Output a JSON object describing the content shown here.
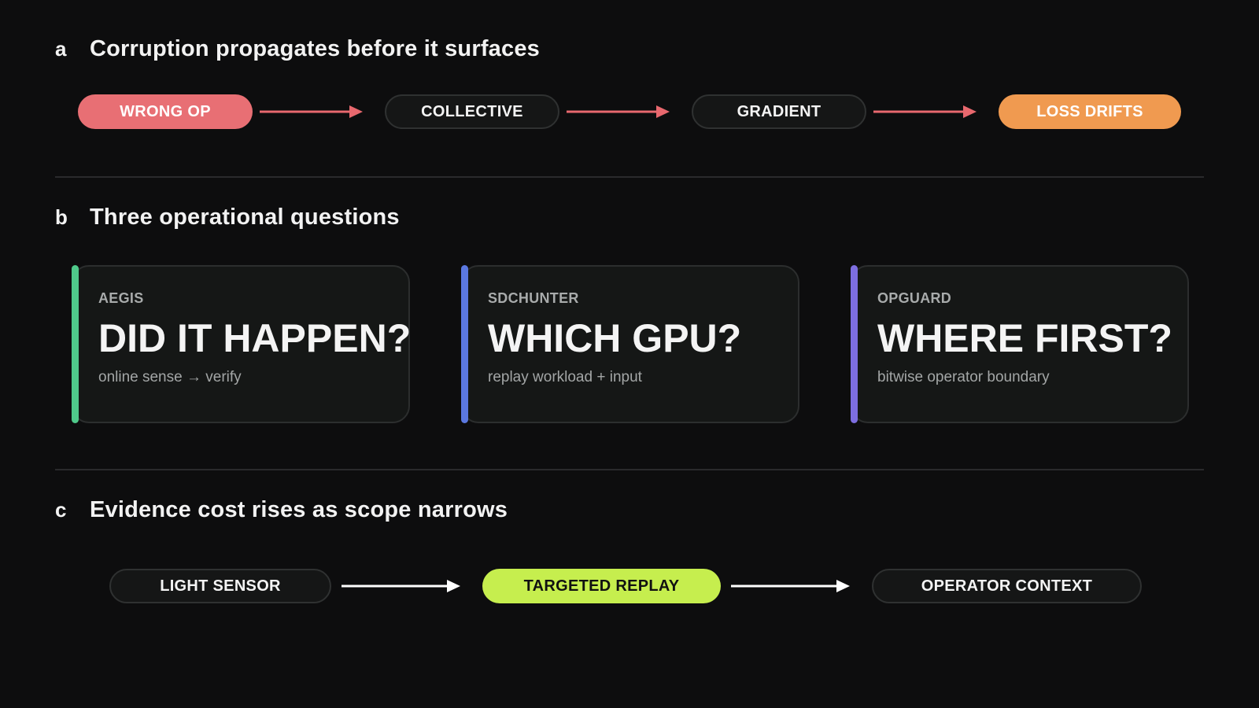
{
  "sections": {
    "a": {
      "letter": "a",
      "title": "Corruption propagates before it surfaces"
    },
    "b": {
      "letter": "b",
      "title": "Three operational questions"
    },
    "c": {
      "letter": "c",
      "title": "Evidence cost rises as scope narrows"
    }
  },
  "flow_a": {
    "nodes": [
      {
        "label": "WRONG OP"
      },
      {
        "label": "COLLECTIVE"
      },
      {
        "label": "GRADIENT"
      },
      {
        "label": "LOSS DRIFTS"
      }
    ],
    "colors": {
      "start": "#e86f74",
      "end": "#f09a50",
      "arrow": "#e8686e"
    }
  },
  "cards": [
    {
      "tag": "AEGIS",
      "question": "DID IT HAPPEN?",
      "detail": "online sense → verify",
      "accent": "#4fc98a"
    },
    {
      "tag": "SDCHUNTER",
      "question": "WHICH GPU?",
      "detail": "replay workload + input",
      "accent": "#5b78e0"
    },
    {
      "tag": "OPGUARD",
      "question": "WHERE FIRST?",
      "detail": "bitwise operator boundary",
      "accent": "#7d6ee0"
    }
  ],
  "flow_c": {
    "nodes": [
      {
        "label": "LIGHT SENSOR"
      },
      {
        "label": "TARGETED REPLAY"
      },
      {
        "label": "OPERATOR CONTEXT"
      }
    ],
    "colors": {
      "highlight": "#c6ee4e",
      "arrow": "#ffffff"
    }
  }
}
